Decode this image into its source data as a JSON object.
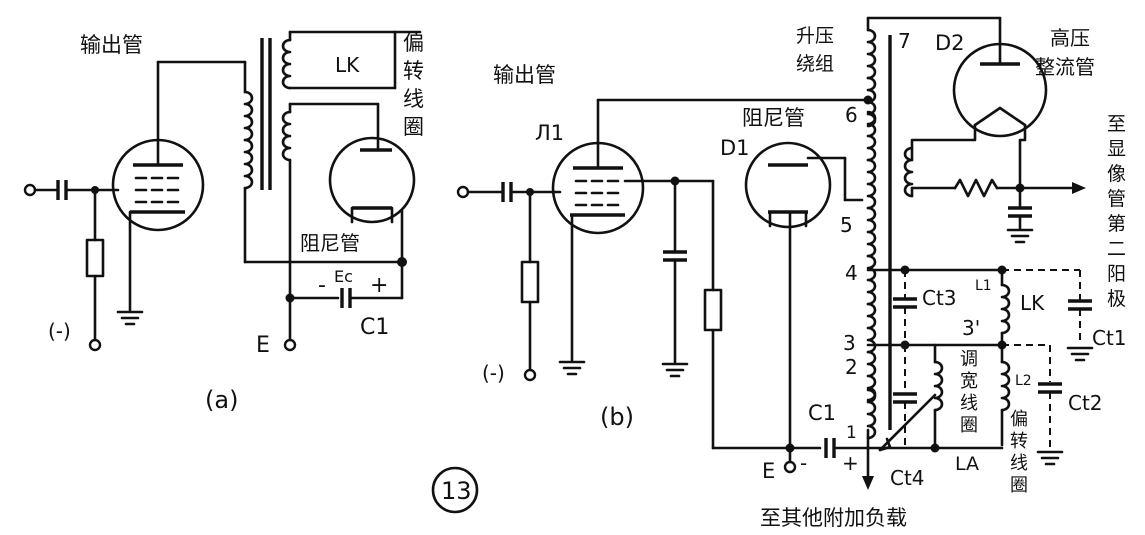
{
  "figure_number": "13",
  "panel_a": {
    "caption": "(a)",
    "output_tube": "输出管",
    "deflection_coil": [
      "偏",
      "转",
      "线",
      "圈"
    ],
    "lk": "LK",
    "damper_tube": "阻尼管",
    "ec": "Ec",
    "minus": "-",
    "plus": "+",
    "c1": "C1",
    "neg": "(-)",
    "e": "E"
  },
  "panel_b": {
    "caption": "(b)",
    "output_tube": "输出管",
    "tube_j1": "Л1",
    "damper_tube": "阻尼管",
    "d1": "D1",
    "booster_winding": [
      "升压",
      "绕组"
    ],
    "d2": "D2",
    "hv_rectifier": [
      "高压",
      "整流管"
    ],
    "to_second_anode": [
      "至",
      "显",
      "像",
      "管",
      "第",
      "二",
      "阳",
      "极"
    ],
    "taps": [
      "7",
      "6",
      "5",
      "4",
      "3",
      "2",
      "1"
    ],
    "ct1": "Ct1",
    "ct2": "Ct2",
    "ct3": "Ct3",
    "ct4": "Ct4",
    "l1": "L1",
    "l2": "L2",
    "lk": "LK",
    "tap_3p": "3'",
    "width_coil": [
      "调",
      "宽",
      "线",
      "圈"
    ],
    "deflection_coil": [
      "偏",
      "转",
      "线",
      "圈"
    ],
    "la": "LA",
    "c1": "C1",
    "e": "E",
    "minus": "-",
    "plus": "+",
    "neg": "(-)",
    "to_other_loads": "至其他附加负载"
  }
}
